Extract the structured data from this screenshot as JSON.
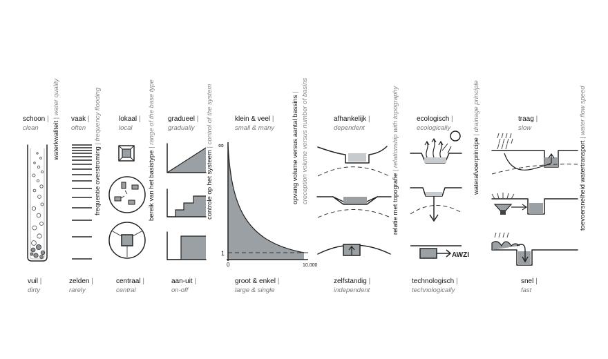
{
  "columns": [
    {
      "top_nl": "schoon",
      "top_en": "clean",
      "bottom_nl": "vuil",
      "bottom_en": "dirty",
      "axis_nl": "waterkwaliteit",
      "axis_en": "water quality"
    },
    {
      "top_nl": "vaak",
      "top_en": "often",
      "bottom_nl": "zelden",
      "bottom_en": "rarely",
      "axis_nl": "frequentie overstroming",
      "axis_en": "frequency flooding"
    },
    {
      "top_nl": "lokaal",
      "top_en": "local",
      "bottom_nl": "centraal",
      "bottom_en": "central",
      "axis_nl": "bereik van het basistype",
      "axis_en": "range of the base type"
    },
    {
      "top_nl": "gradueel",
      "top_en": "gradually",
      "bottom_nl": "aan-uit",
      "bottom_en": "on-off",
      "axis_nl": "controle op het systeem",
      "axis_en": "control of the system"
    },
    {
      "top_nl": "klein & veel",
      "top_en": "small  & many",
      "bottom_nl": "groot & enkel",
      "bottom_en": "large & single",
      "axis_nl": "opvang volume versus aantal bassins",
      "axis_en": "creception volume versus number of basins"
    },
    {
      "top_nl": "afhankelijk",
      "top_en": "dependent",
      "bottom_nl": "zelfstandig",
      "bottom_en": "independent",
      "axis_nl": "relatie met topografie",
      "axis_en": "relationship with topography"
    },
    {
      "top_nl": "ecologisch",
      "top_en": "ecologically",
      "bottom_nl": "technologisch",
      "bottom_en": "technologically",
      "axis_nl": "waterafvoerprincipe",
      "axis_en": "drainage principle"
    },
    {
      "top_nl": "traag",
      "top_en": "slow",
      "bottom_nl": "snel",
      "bottom_en": "fast",
      "axis_nl": "toevoersnelheid watertransport",
      "axis_en": "water flow speed"
    }
  ],
  "curve_axis": {
    "y_top": "∞",
    "y_one": "1",
    "x_zero": "0",
    "x_end": "10.000"
  },
  "tech_label": "AWZI",
  "separator": "|"
}
